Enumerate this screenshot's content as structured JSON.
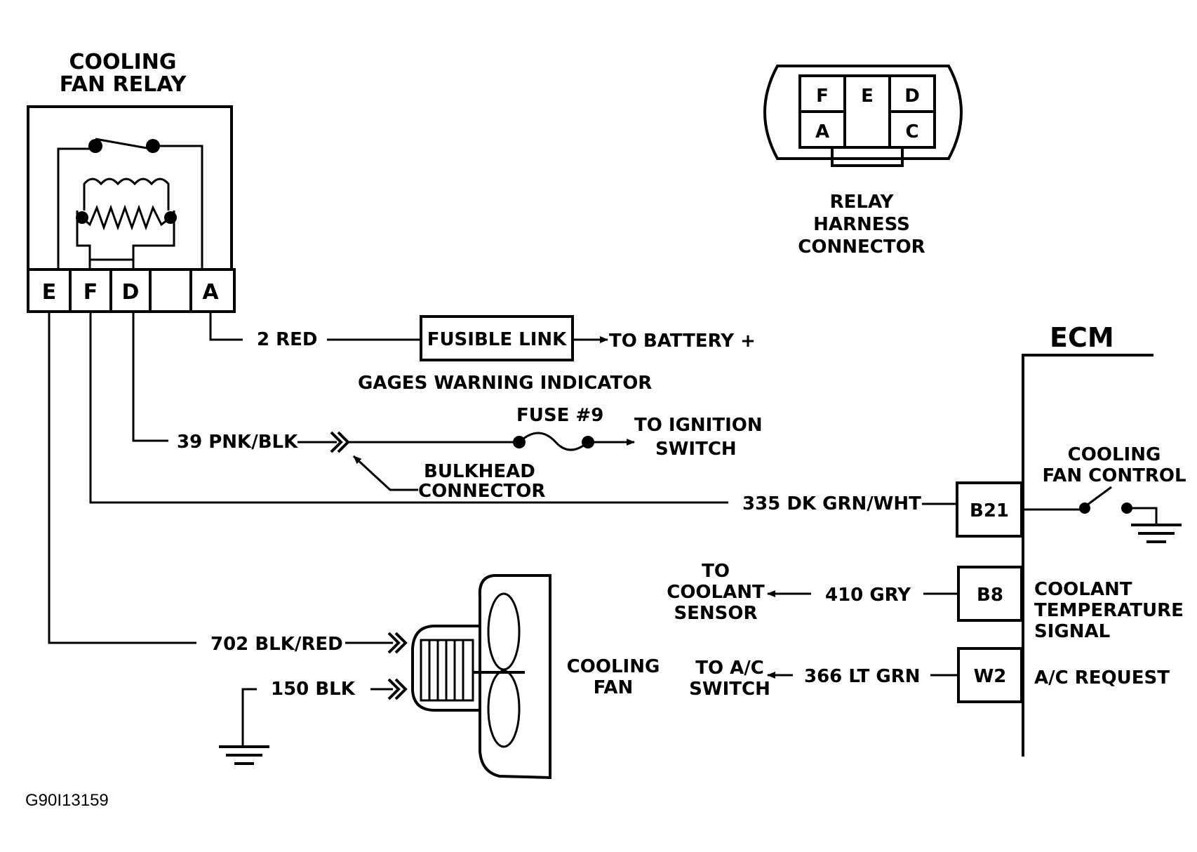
{
  "relay": {
    "title_line1": "COOLING",
    "title_line2": "FAN RELAY",
    "pins": [
      "E",
      "F",
      "D",
      "A"
    ]
  },
  "harness": {
    "pins": [
      "F",
      "E",
      "D",
      "A",
      "C"
    ],
    "label_line1": "RELAY",
    "label_line2": "HARNESS",
    "label_line3": "CONNECTOR"
  },
  "wires": {
    "red": "2 RED",
    "fusible_link": "FUSIBLE LINK",
    "to_battery": "TO BATTERY +",
    "gages": "GAGES WARNING INDICATOR",
    "pnk_blk": "39 PNK/BLK",
    "fuse": "FUSE #9",
    "to_ignition_line1": "TO IGNITION",
    "to_ignition_line2": "SWITCH",
    "bulkhead_line1": "BULKHEAD",
    "bulkhead_line2": "CONNECTOR",
    "grn_wht": "335 DK GRN/WHT",
    "gry": "410 GRY",
    "to_coolant_line1": "TO",
    "to_coolant_line2": "COOLANT",
    "to_coolant_line3": "SENSOR",
    "lt_grn": "366 LT GRN",
    "to_ac_line1": "TO A/C",
    "to_ac_line2": "SWITCH",
    "blk_red": "702 BLK/RED",
    "blk": "150 BLK"
  },
  "fan": {
    "label_line1": "COOLING",
    "label_line2": "FAN"
  },
  "ecm": {
    "title": "ECM",
    "pin_b21": "B21",
    "pin_b8": "B8",
    "pin_w2": "W2",
    "fan_control_line1": "COOLING",
    "fan_control_line2": "FAN CONTROL",
    "coolant_line1": "COOLANT",
    "coolant_line2": "TEMPERATURE",
    "coolant_line3": "SIGNAL",
    "ac_request": "A/C REQUEST"
  },
  "figure_code": "G90I13159"
}
